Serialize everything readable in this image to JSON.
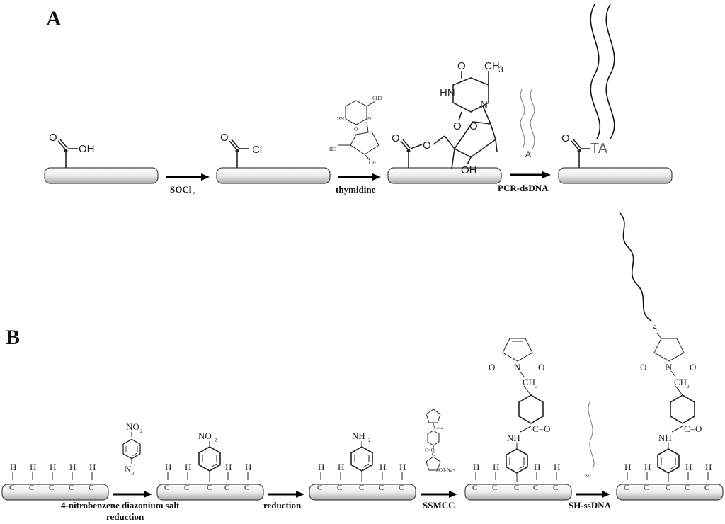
{
  "panels": {
    "a": {
      "letter": "A"
    },
    "b": {
      "letter": "B"
    }
  },
  "panel_a": {
    "arrows": [
      "SOCl",
      "thymidine",
      "PCR-dsDNA"
    ],
    "socl_subscript": "2",
    "groups": {
      "cooh_oh": "OH",
      "cocl_cl": "Cl",
      "ester_o": "O",
      "ta": "TA",
      "strand_a": "A"
    },
    "thymidine_small": {
      "hn": "HN",
      "ho": "HO",
      "oh": "OH",
      "o": "O",
      "n": "N",
      "ch3": "CH3"
    },
    "thymidine_large": {
      "hn": "HN",
      "n": "N",
      "ch3": "CH",
      "ch3_sub": "3",
      "o": "O",
      "oh": "OH"
    }
  },
  "panel_b": {
    "arrows": [
      "4-nitrobenzene diazonium salt",
      "reduction",
      "SSMCC",
      "SH-ssDNA"
    ],
    "arrow1_second_line": "reduction",
    "atoms": {
      "h": "H",
      "c": "C",
      "no2": "NO",
      "no2_sub": "2",
      "nh2": "NH",
      "nh2_sub": "2",
      "n2": "N",
      "n2_sub": "2",
      "n2_sup": "+",
      "o": "O",
      "n": "N",
      "nh": "NH",
      "ch2": "CH",
      "ch2_sub": "2",
      "c_eq_o": "C=O",
      "s": "S",
      "sh": "SH"
    },
    "ssmcc_reagent": {
      "ch2": "CH2",
      "c_o": "C=O",
      "o": "O",
      "so3": "SO3-Na+"
    }
  }
}
